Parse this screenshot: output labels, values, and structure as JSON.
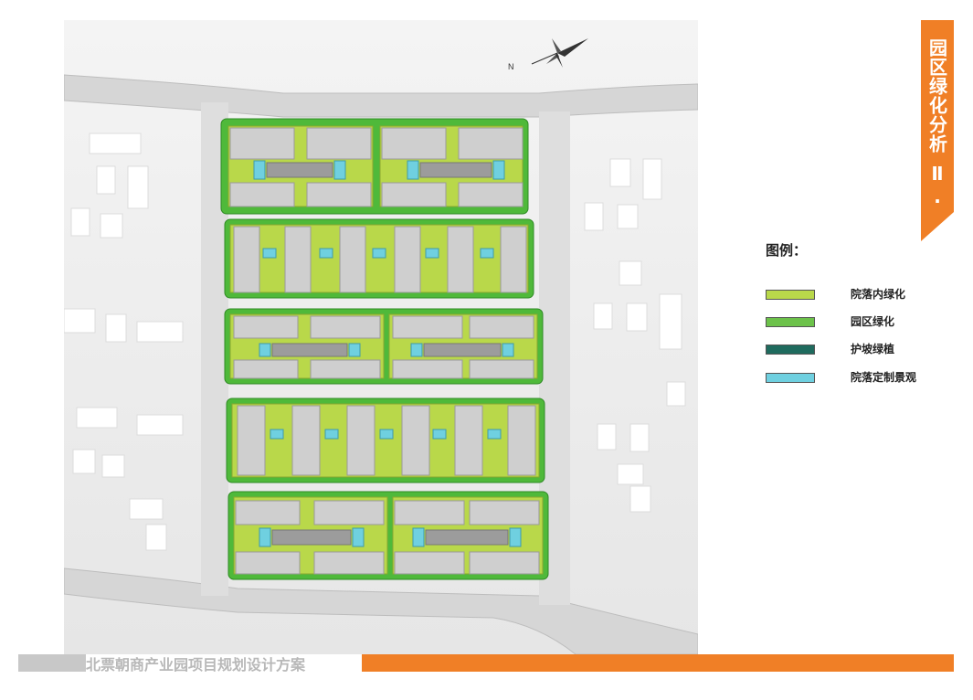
{
  "section": {
    "number": "Ⅱ.",
    "title": "园区绿化分析",
    "accent_color": "#f07f26"
  },
  "legend": {
    "title": "图例：",
    "items": [
      {
        "label": "院落内绿化",
        "color": "#b9d84a"
      },
      {
        "label": "园区绿化",
        "color": "#6cc24a"
      },
      {
        "label": "护坡绿植",
        "color": "#1f6b5e"
      },
      {
        "label": "院落定制景观",
        "color": "#6fd0e0"
      }
    ]
  },
  "map": {
    "north_label": "N",
    "colors": {
      "park_green": "#4fb93a",
      "courtyard_green": "#b9d84a",
      "slope_green": "#1f6b5e",
      "landscape": "#6fd0e0",
      "road": "#d9d9d9",
      "building": "#cfcfcf"
    }
  },
  "footer": {
    "project_title": "北票朝商产业园项目规划设计方案"
  }
}
